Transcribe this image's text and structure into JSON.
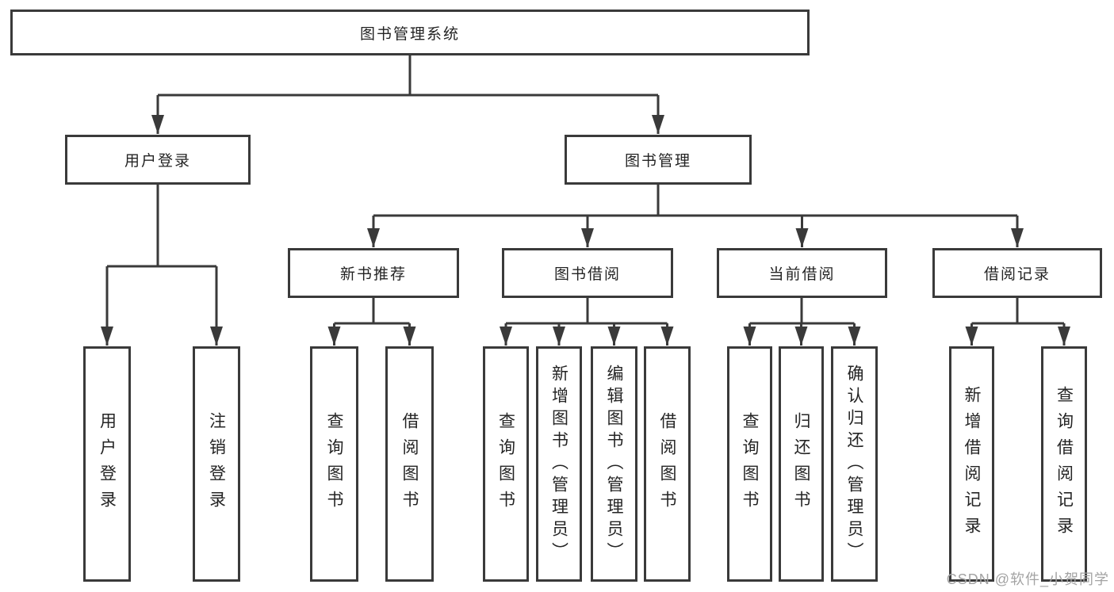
{
  "tree": {
    "root": {
      "label": "图书管理系统",
      "children": [
        {
          "label": "用户登录",
          "children": [
            {
              "label": "用户登录"
            },
            {
              "label": "注销登录"
            }
          ]
        },
        {
          "label": "图书管理",
          "children": [
            {
              "label": "新书推荐",
              "children": [
                {
                  "label": "查询图书"
                },
                {
                  "label": "借阅图书"
                }
              ]
            },
            {
              "label": "图书借阅",
              "children": [
                {
                  "label": "查询图书"
                },
                {
                  "label": "新增图书（管理员）"
                },
                {
                  "label": "编辑图书（管理员）"
                },
                {
                  "label": "借阅图书"
                }
              ]
            },
            {
              "label": "当前借阅",
              "children": [
                {
                  "label": "查询图书"
                },
                {
                  "label": "归还图书"
                },
                {
                  "label": "确认归还（管理员）"
                }
              ]
            },
            {
              "label": "借阅记录",
              "children": [
                {
                  "label": "新增借阅记录"
                },
                {
                  "label": "查询借阅记录"
                }
              ]
            }
          ]
        }
      ]
    }
  },
  "watermark": {
    "text": "CSDN @软件_小贺同学"
  },
  "colors": {
    "line": "#3a3a3a",
    "text": "#242424",
    "box_background": "#ffffff",
    "watermark": "#a3a3a3"
  }
}
